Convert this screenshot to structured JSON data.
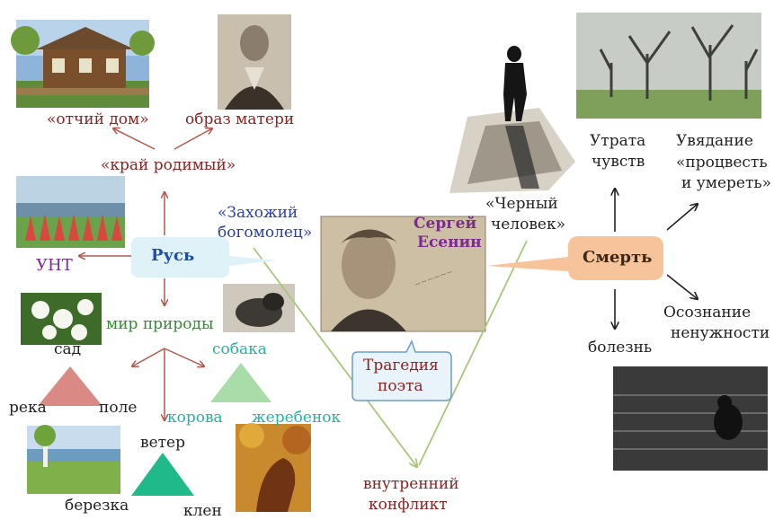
{
  "center": {
    "name_line1": "Сергей",
    "name_line2": "Есенин"
  },
  "left": {
    "rus": "Русь",
    "otchiy_dom": "«отчий дом»",
    "obraz_materi": "образ матери",
    "kray_rodimy": "«край родимый»",
    "unt": "УНТ",
    "zakhozhy_line1": "«Захожий",
    "zakhozhy_line2": "богомолец»",
    "mir_prirody": "мир природы",
    "sad": "сад",
    "reka": "река",
    "pole": "поле",
    "sobaka": "собака",
    "korova": "корова",
    "zherebenok": "жеребенок",
    "veter": "ветер",
    "berezka": "березка",
    "klen": "клен"
  },
  "right": {
    "smert": "Смерть",
    "cherny_line1": "«Черный",
    "cherny_line2": "человек»",
    "utrata_line1": "Утрата",
    "utrata_line2": "чувств",
    "uvyadanie_line1": "Увядание",
    "uvyadanie_line2": "«процвесть",
    "uvyadanie_line3": "и умереть»",
    "osoznanie_line1": "Осознание",
    "osoznanie_line2": "ненужности",
    "bolezn": "болезнь"
  },
  "bottom": {
    "tragedia_line1": "Трагедия",
    "tragedia_line2": "поэта",
    "vnutrenny_line1": "внутренний",
    "vnutrenny_line2": "конфликт"
  },
  "colors": {
    "rus_box": "#dff2f8",
    "smert_box": "#f6c39a",
    "tragedia_box": "#e8f4fa",
    "arrow_red": "#b0584e",
    "line_green": "#a9c77a",
    "tri_pink": "#d98a85",
    "tri_lightgreen": "#a8dca8",
    "tri_teal": "#1fb98a"
  }
}
